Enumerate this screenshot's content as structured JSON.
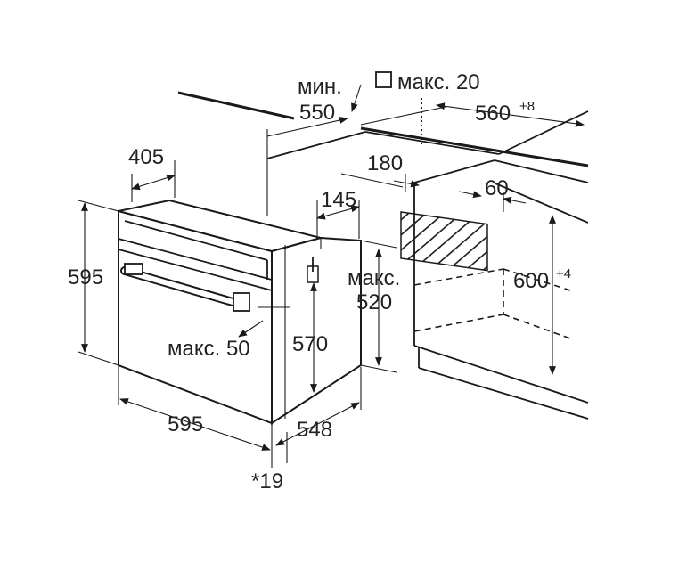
{
  "labels": {
    "min": "мин.",
    "dim_550": "550",
    "max_20": "макс. 20",
    "dim_560": "560",
    "dim_560_sup": "+8",
    "dim_405": "405",
    "dim_180": "180",
    "dim_145": "145",
    "dim_60": "60",
    "dim_595_height": "595",
    "max_520_a": "макс.",
    "max_520_b": "520",
    "dim_600": "600",
    "dim_600_sup": "+4",
    "max_50": "макс. 50",
    "dim_570": "570",
    "dim_595_width": "595",
    "dim_548": "548",
    "dim_19": "*19"
  },
  "colors": {
    "line": "#1a1a1a",
    "text": "#222222",
    "background": "#ffffff"
  }
}
